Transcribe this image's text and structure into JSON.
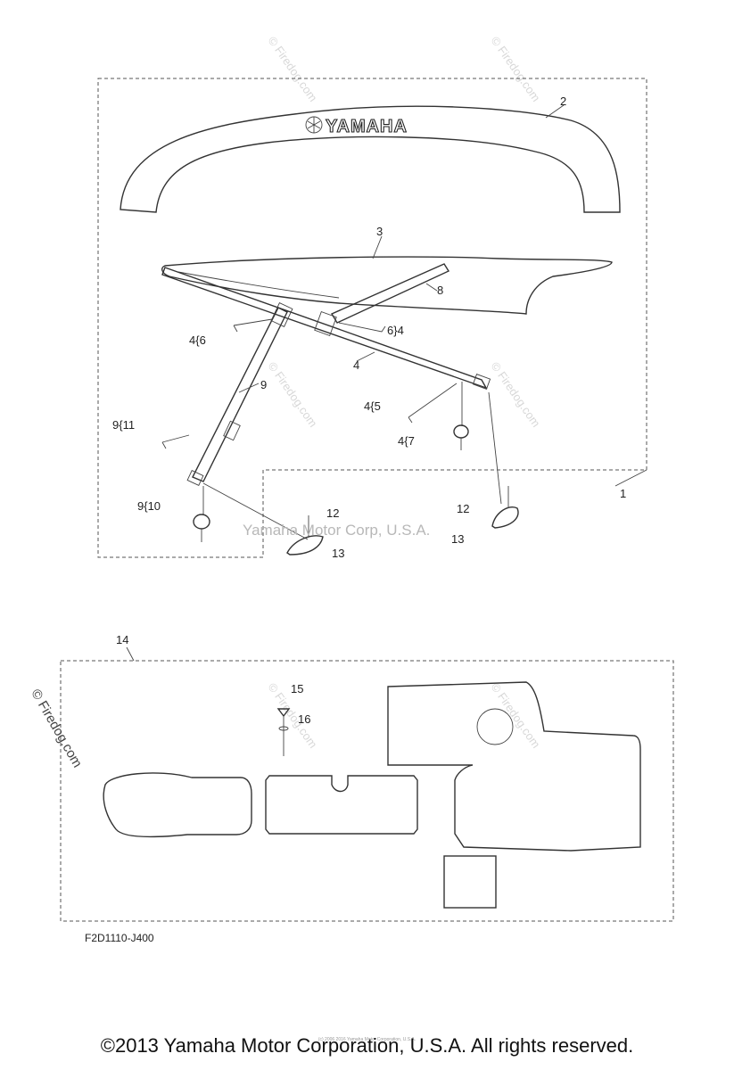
{
  "diagram": {
    "brand_text": "YAMAHA",
    "reference_code": "F2D1110-J400",
    "watermark_company": "Yamaha Motor Corp, U.S.A.",
    "watermark_site": "© Firedog.com",
    "tiny_copyright": "(c) 2006 2016 Yamaha Motor Corporation, U.S.A.",
    "copyright": "©2013 Yamaha Motor Corporation, U.S.A. All rights reserved.",
    "callouts": {
      "c1": "1",
      "c2": "2",
      "c3": "3",
      "c4": "4",
      "c8": "8",
      "c9": "9",
      "c4_6": "4{6",
      "c6_4": "6}4",
      "c4_5": "4{5",
      "c4_7": "4{7",
      "c9_11": "9{11",
      "c9_10": "9{10",
      "c12a": "12",
      "c12b": "12",
      "c13a": "13",
      "c13b": "13",
      "c14": "14",
      "c15": "15",
      "c16": "16"
    }
  }
}
